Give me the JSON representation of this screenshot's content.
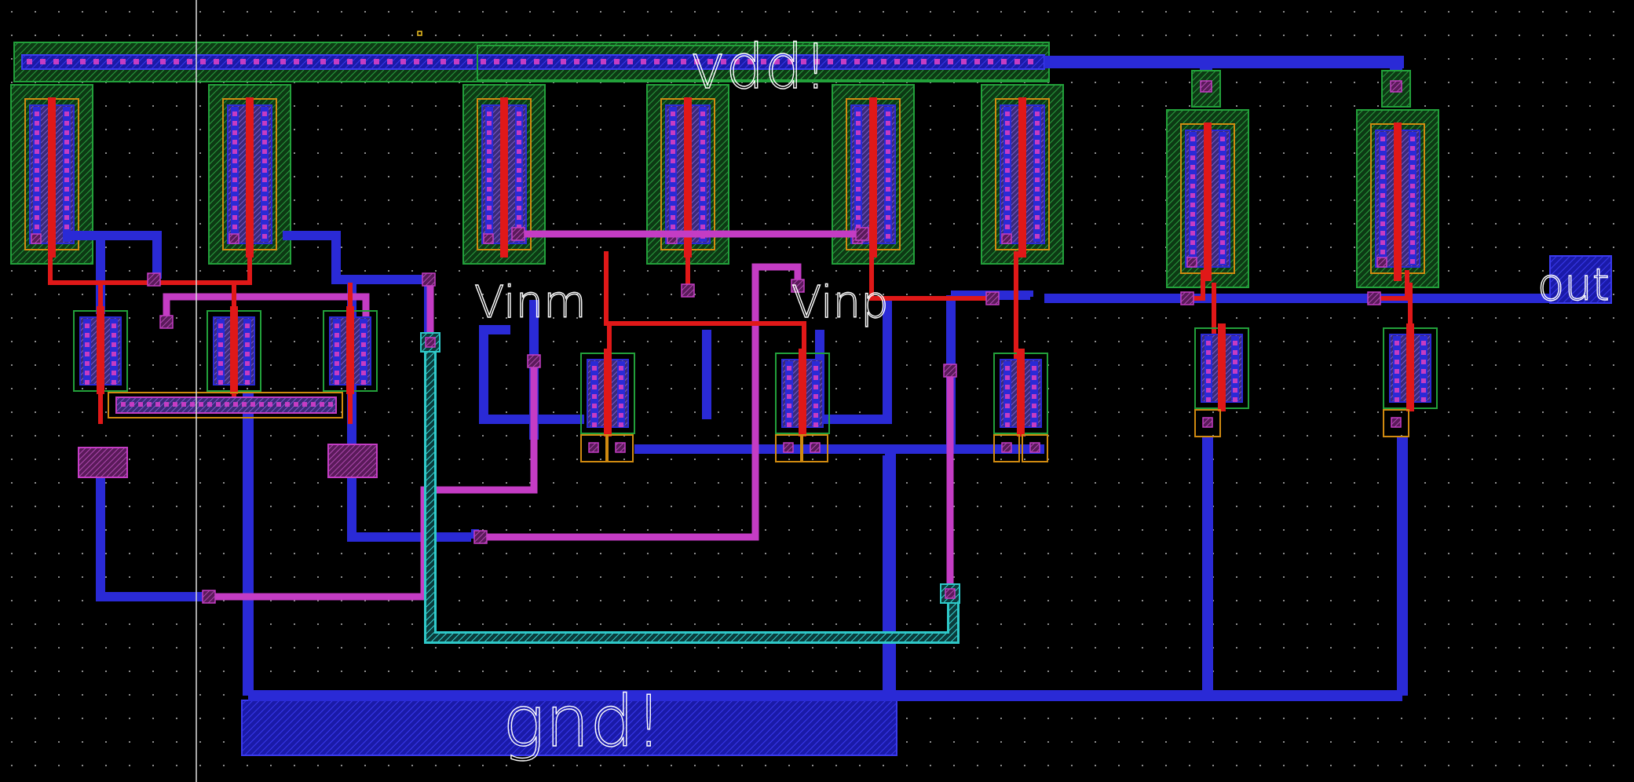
{
  "canvas": {
    "title": "",
    "colors": {
      "background": "#000000",
      "grid_dot": "#8a8a8a",
      "metal1": "#2a2ad6",
      "metal2": "#c43cc4",
      "metal3": "#2ec8c8",
      "poly": "#e01818",
      "nwell": "#22a03a",
      "pselect": "#d08a10",
      "via": "#8a2a8a",
      "label_text": "#ffffff"
    }
  },
  "labels": {
    "vdd": "vdd!",
    "gnd": "gnd!",
    "vinm": "Vinm",
    "vinp": "Vinp",
    "out": "out"
  }
}
